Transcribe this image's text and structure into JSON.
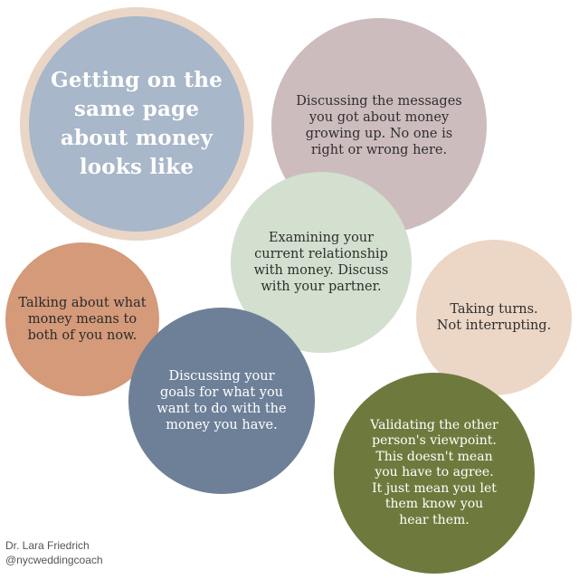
{
  "title": {
    "text": "Getting on the\nsame page\nabout money\nlooks like"
  },
  "circles": {
    "messages": "Discussing the messages\nyou got about money\ngrowing up. No one is\nright or wrong here.",
    "examining": "Examining your\ncurrent relationship\nwith money. Discuss\nwith your partner.",
    "talking": "Talking about what\nmoney means to\nboth of you now.",
    "turns": "Taking turns.\nNot interrupting.",
    "goals": "Discussing your\ngoals for what you\nwant to do with the\nmoney you have.",
    "validating": "Validating the other\nperson's viewpoint.\nThis doesn't mean\nyou have to agree.\nIt just mean you let\nthem know you\nhear them."
  },
  "credits": {
    "author": "Dr. Lara Friedrich",
    "handle": "@nycweddingcoach"
  },
  "colors": {
    "title_circle": "#a8b7c9",
    "title_ring": "#ead6c6",
    "messages_circle": "#cdbcbe",
    "examining_circle": "#d3dfcf",
    "talking_circle": "#d49a7a",
    "turns_circle": "#ecd6c6",
    "goals_circle": "#6d8098",
    "validating_circle": "#6e7a3d"
  }
}
